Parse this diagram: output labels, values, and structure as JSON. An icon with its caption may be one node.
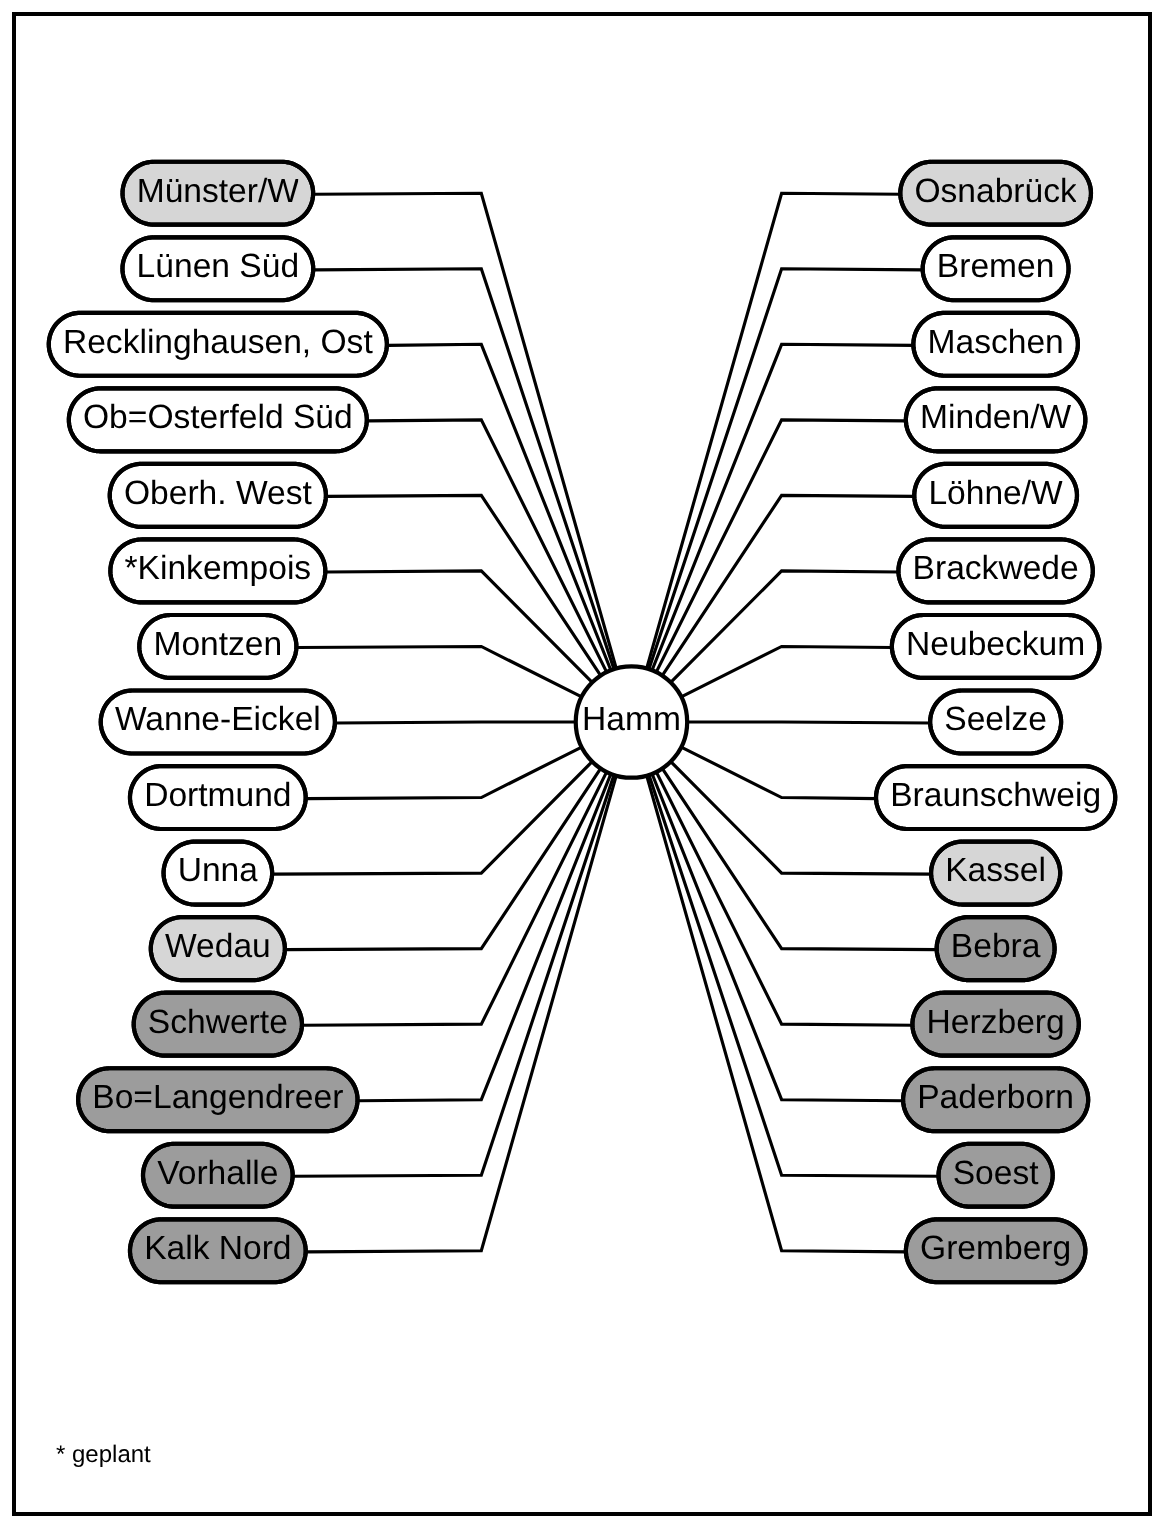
{
  "diagram": {
    "nodes": [
      {
        "text": [
          "Hamm"
        ]
      },
      {
        "text": [
          "Münster/W"
        ]
      },
      {
        "text": [
          "Lünen Süd"
        ]
      },
      {
        "text": [
          "Recklinghausen, Ost"
        ]
      },
      {
        "text": [
          "Ob=Osterfeld Süd"
        ]
      },
      {
        "text": [
          "Oberh. West"
        ]
      },
      {
        "text": [
          "*Kinkempois"
        ]
      },
      {
        "text": [
          "Montzen"
        ]
      },
      {
        "text": [
          "Wanne-Eickel"
        ]
      },
      {
        "text": [
          "Dortmund"
        ]
      },
      {
        "text": [
          "Unna"
        ]
      },
      {
        "text": [
          "Wedau"
        ]
      },
      {
        "text": [
          "Schwerte"
        ]
      },
      {
        "text": [
          "Bo=Langendreer"
        ]
      },
      {
        "text": [
          "Vorhalle"
        ]
      },
      {
        "text": [
          "Kalk Nord"
        ]
      },
      {
        "text": [
          "Osnabrück"
        ]
      },
      {
        "text": [
          "Bremen"
        ]
      },
      {
        "text": [
          "Maschen"
        ]
      },
      {
        "text": [
          "Minden/W"
        ]
      },
      {
        "text": [
          "Löhne/W"
        ]
      },
      {
        "text": [
          "Brackwede"
        ]
      },
      {
        "text": [
          "Neubeckum"
        ]
      },
      {
        "text": [
          "Seelze"
        ]
      },
      {
        "text": [
          "Braunschweig"
        ]
      },
      {
        "text": [
          "Kassel"
        ]
      },
      {
        "text": [
          "Bebra"
        ]
      },
      {
        "text": [
          "Herzberg"
        ]
      },
      {
        "text": [
          "Paderborn"
        ]
      },
      {
        "text": [
          "Soest"
        ]
      },
      {
        "text": [
          "Gremberg"
        ]
      }
    ],
    "edges": [
      {
        "from": 1,
        "to": 0,
        "arrow": "none"
      },
      {
        "from": 2,
        "to": 0,
        "arrow": "none"
      },
      {
        "from": 3,
        "to": 0,
        "arrow": "none"
      },
      {
        "from": 4,
        "to": 0,
        "arrow": "none"
      },
      {
        "from": 5,
        "to": 0,
        "arrow": "none"
      },
      {
        "from": 6,
        "to": 0,
        "arrow": "none"
      },
      {
        "from": 7,
        "to": 0,
        "arrow": "none"
      },
      {
        "from": 8,
        "to": 0,
        "arrow": "none"
      },
      {
        "from": 9,
        "to": 0,
        "arrow": "none"
      },
      {
        "from": 10,
        "to": 0,
        "arrow": "none"
      },
      {
        "from": 11,
        "to": 0,
        "arrow": "none"
      },
      {
        "from": 12,
        "to": 0,
        "arrow": "none"
      },
      {
        "from": 13,
        "to": 0,
        "arrow": "none"
      },
      {
        "from": 14,
        "to": 0,
        "arrow": "none"
      },
      {
        "from": 15,
        "to": 0,
        "arrow": "none"
      },
      {
        "from": 0,
        "to": 16,
        "arrow": "none"
      },
      {
        "from": 0,
        "to": 17,
        "arrow": "none"
      },
      {
        "from": 0,
        "to": 18,
        "arrow": "none"
      },
      {
        "from": 0,
        "to": 19,
        "arrow": "none"
      },
      {
        "from": 0,
        "to": 20,
        "arrow": "none"
      },
      {
        "from": 0,
        "to": 21,
        "arrow": "none"
      },
      {
        "from": 0,
        "to": 22,
        "arrow": "none"
      },
      {
        "from": 0,
        "to": 23,
        "arrow": "none"
      },
      {
        "from": 0,
        "to": 24,
        "arrow": "none"
      },
      {
        "from": 0,
        "to": 25,
        "arrow": "none"
      },
      {
        "from": 0,
        "to": 26,
        "arrow": "none"
      },
      {
        "from": 0,
        "to": 27,
        "arrow": "none"
      },
      {
        "from": 0,
        "to": 28,
        "arrow": "none"
      },
      {
        "from": 0,
        "to": 29,
        "arrow": "none"
      },
      {
        "from": 0,
        "to": 30,
        "arrow": "none"
      }
    ],
    "labels": [
      "* geplant"
    ]
  }
}
